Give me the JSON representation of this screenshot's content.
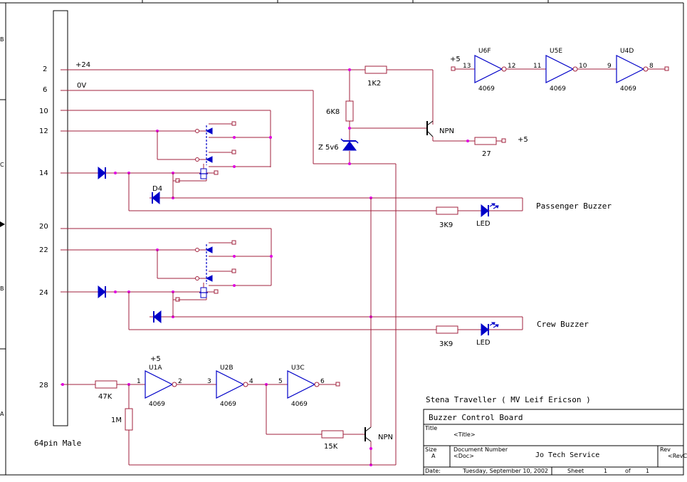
{
  "connector": {
    "name": "64pin Male",
    "pins": [
      "2",
      "6",
      "10",
      "12",
      "14",
      "20",
      "22",
      "24",
      "28"
    ]
  },
  "nets": {
    "supply": "+24",
    "ground": "0V",
    "logic_supply": "+5"
  },
  "components": {
    "r_1k2": "1K2",
    "r_6k8": "6K8",
    "zener": "Z 5v6",
    "npn_top": "NPN",
    "npn_bottom": "NPN",
    "r_27": "27",
    "d4": "D4",
    "r_3k9_a": "3K9",
    "r_3k9_b": "3K9",
    "led_a": "LED",
    "led_b": "LED",
    "r_47k": "47K",
    "r_1m": "1M",
    "r_15k": "15K",
    "plus5_a": "+5",
    "plus5_b": "+5",
    "plus5_c": "+5"
  },
  "gates": {
    "u6f": {
      "ref": "U6F",
      "part": "4069",
      "in": "13",
      "out": "12"
    },
    "u5e": {
      "ref": "U5E",
      "part": "4069",
      "in": "11",
      "out": "10"
    },
    "u4d": {
      "ref": "U4D",
      "part": "4069",
      "in": "9",
      "out": "8"
    },
    "u1a": {
      "ref": "U1A",
      "part": "4069",
      "in": "1",
      "out": "2"
    },
    "u2b": {
      "ref": "U2B",
      "part": "4069",
      "in": "3",
      "out": "4"
    },
    "u3c": {
      "ref": "U3C",
      "part": "4069",
      "in": "5",
      "out": "6"
    }
  },
  "outputs": {
    "passenger": "Passenger Buzzer",
    "crew": "Crew Buzzer"
  },
  "title_block": {
    "project": "Stena Traveller ( MV Leif Ericson )",
    "board": "Buzzer Control Board",
    "title_label": "Title",
    "title_value": "<Title>",
    "size_label": "Size",
    "size_value": "A",
    "docnum_label": "Document Number",
    "docnum_value": "<Doc>",
    "company": "Jo Tech Service",
    "rev_label": "Rev",
    "rev_value": "<RevCode>",
    "date_label": "Date:",
    "date_value": "Tuesday, September 10, 2002",
    "sheet_label": "Sheet",
    "sheet_value": "1",
    "of_label": "of",
    "of_value": "1"
  },
  "margin_marks": [
    "B",
    "C",
    "B",
    "A"
  ]
}
